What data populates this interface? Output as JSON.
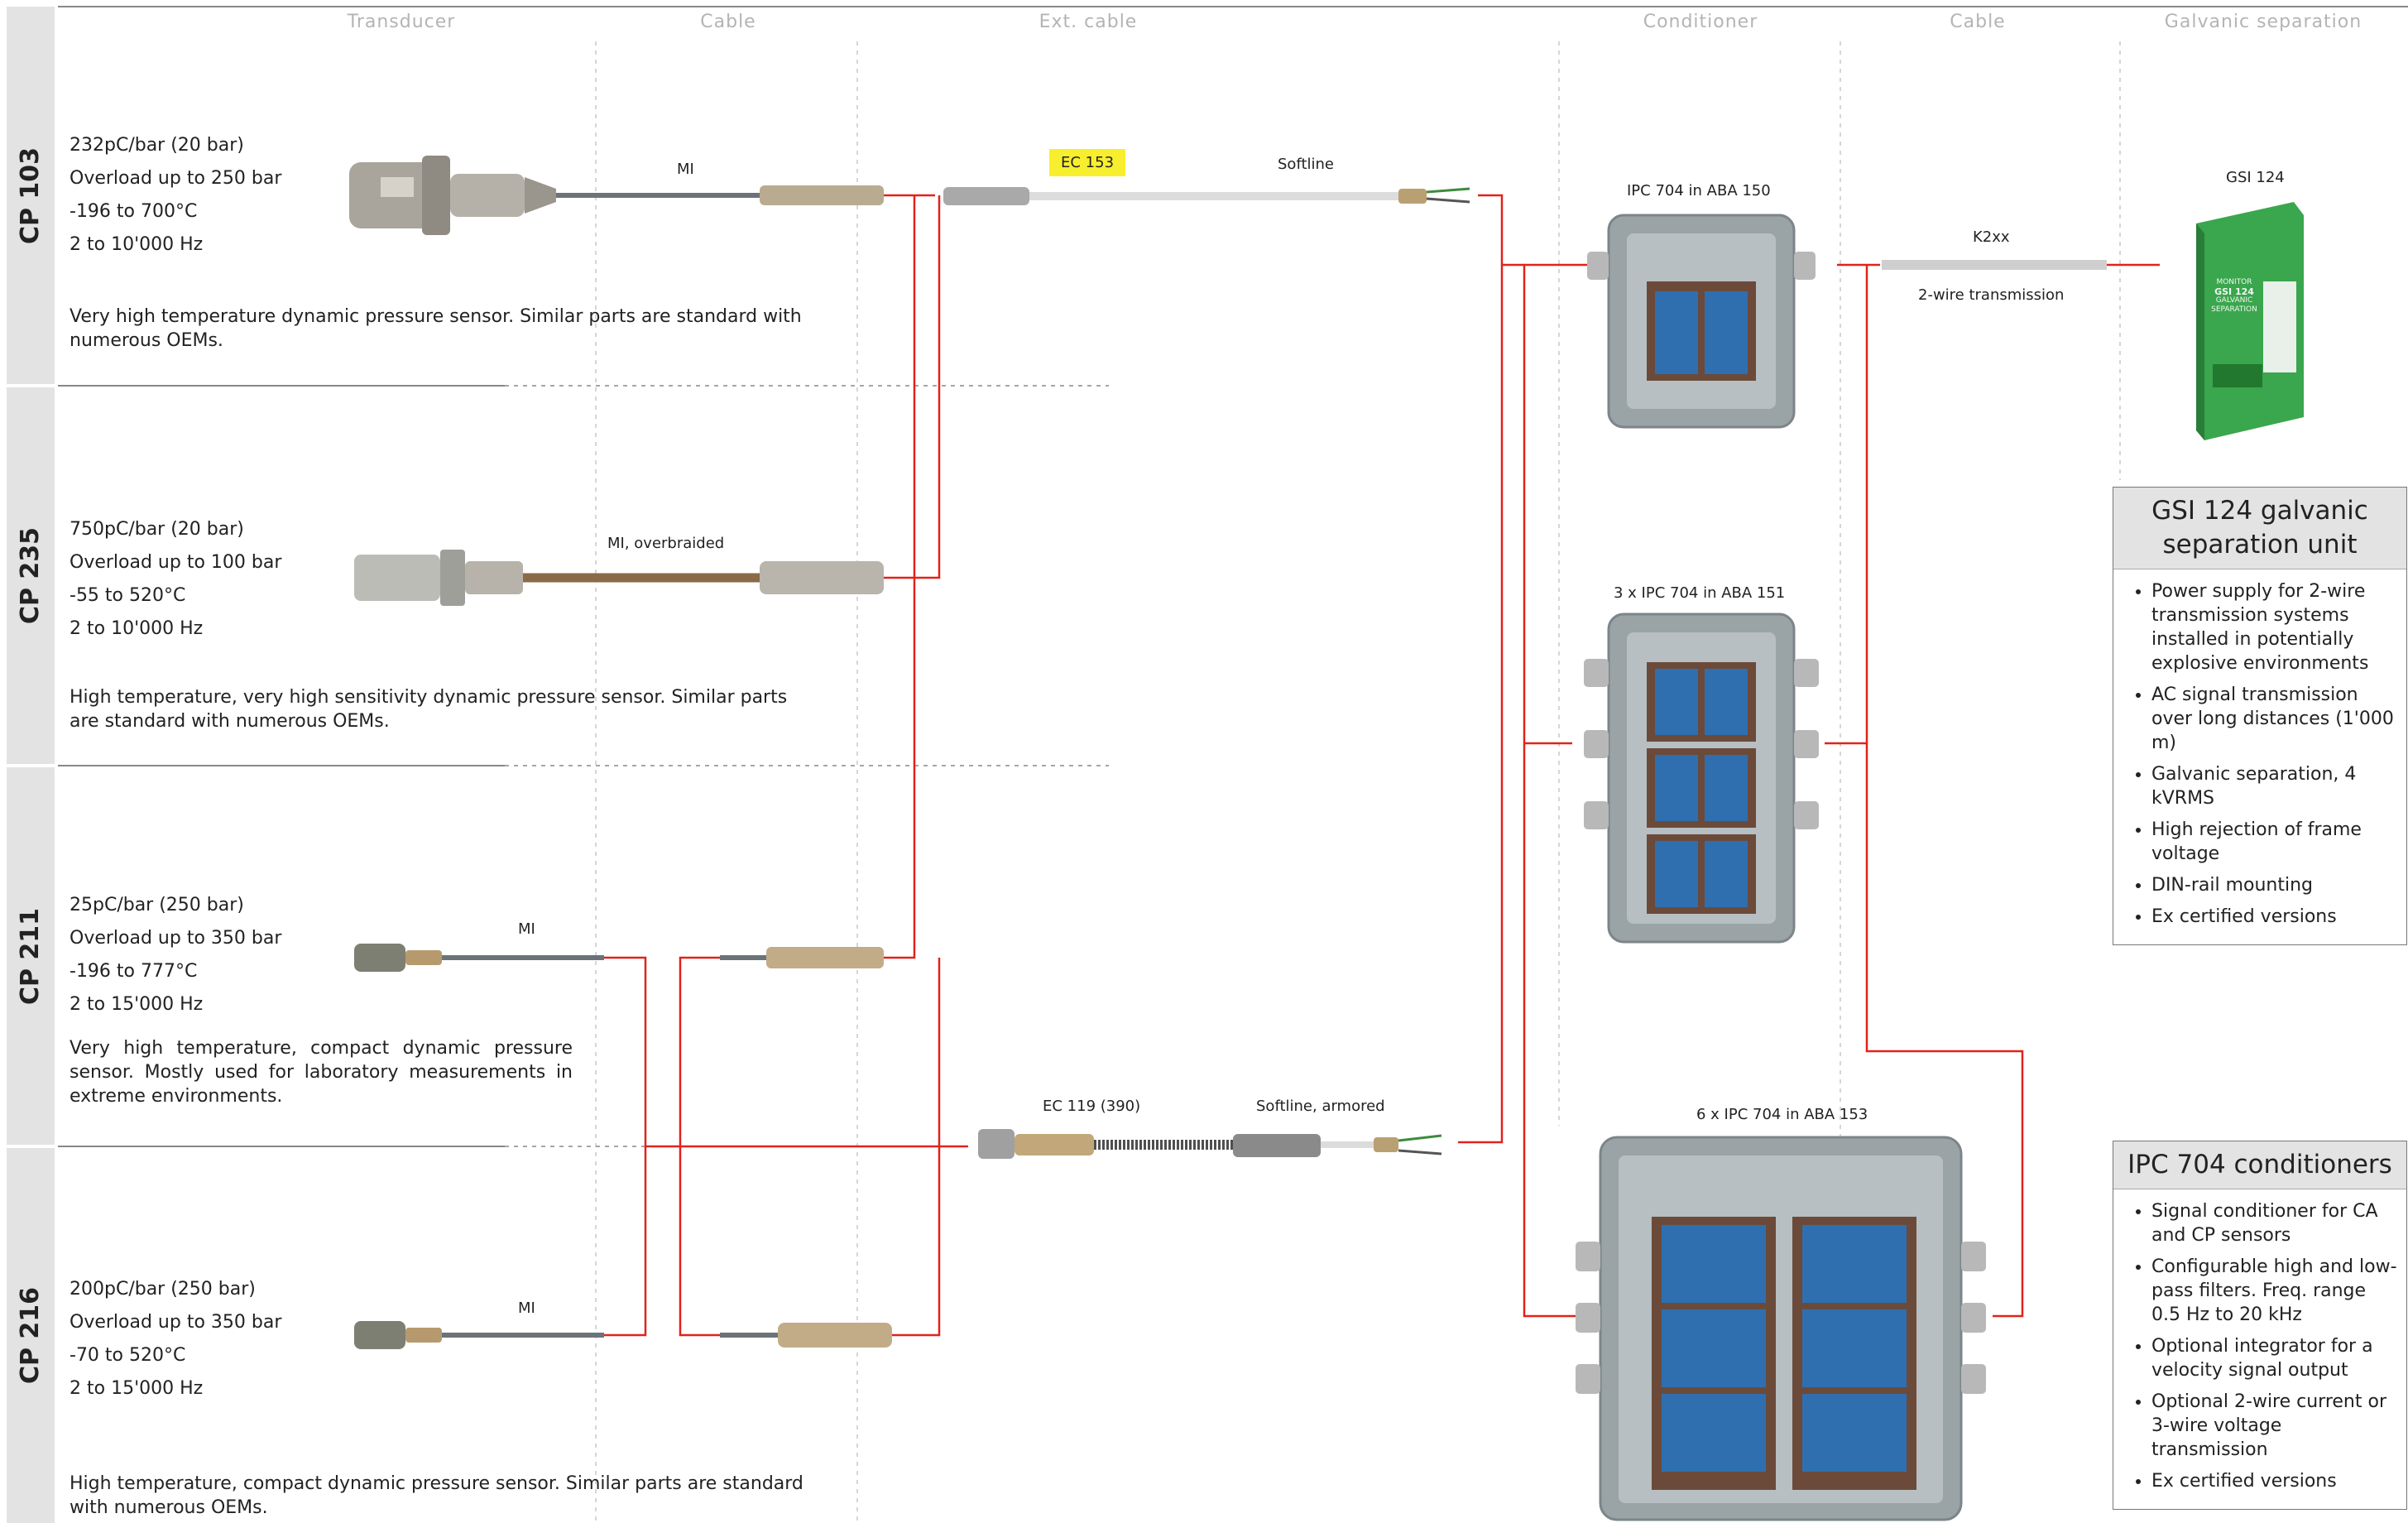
{
  "columns": [
    "Transducer",
    "Cable",
    "Ext. cable",
    "Conditioner",
    "Cable",
    "Galvanic separation"
  ],
  "sensors": [
    {
      "name": "CP 103",
      "specs": [
        "232pC/bar (20 bar)",
        "Overload up to 250 bar",
        "-196 to 700°C",
        "2 to 10'000 Hz"
      ],
      "description": "Very high temperature dynamic pressure sensor. Similar parts are standard with numerous OEMs.",
      "cable_label": "MI"
    },
    {
      "name": "CP 235",
      "specs": [
        "750pC/bar (20 bar)",
        "Overload up to 100 bar",
        "-55 to 520°C",
        "2 to 10'000 Hz"
      ],
      "description": "High temperature, very high sensitivity dynamic pressure sensor. Similar parts are standard with numerous OEMs.",
      "cable_label": "MI, overbraided"
    },
    {
      "name": "CP 211",
      "specs": [
        "25pC/bar (250 bar)",
        "Overload up to 350 bar",
        "-196 to 777°C",
        "2 to 15'000 Hz"
      ],
      "description": "Very high temperature, compact dynamic pressure sensor. Mostly used for laboratory measurements in extreme environments.",
      "cable_label": "MI"
    },
    {
      "name": "CP 216",
      "specs": [
        "200pC/bar (250 bar)",
        "Overload up to 350 bar",
        "-70 to 520°C",
        "2 to 15'000 Hz"
      ],
      "description": "High temperature, compact dynamic pressure sensor. Similar parts are standard with numerous OEMs.",
      "cable_label": "MI"
    }
  ],
  "ext_cables": [
    {
      "name": "EC 153",
      "type": "Softline"
    },
    {
      "name": "EC 119 (390)",
      "type": "Softline, armored"
    }
  ],
  "conditioners": [
    "IPC 704 in ABA 150",
    "3 x IPC 704 in ABA 151",
    "6 x IPC 704 in ABA 153"
  ],
  "transmission_cable": {
    "name": "K2xx",
    "note": "2-wire transmission"
  },
  "galvanic": {
    "device_label": "GSI 124",
    "device_print": [
      "MONITOR",
      "GSI 124",
      "GALVANIC",
      "SEPARATION"
    ]
  },
  "info_boxes": [
    {
      "title": "GSI 124 galvanic separation unit",
      "items": [
        "Power supply for 2-wire transmission systems installed in potentially explosive environments",
        "AC signal transmission over long distances (1'000 m)",
        "Galvanic separation, 4 kVRMS",
        "High rejection of frame voltage",
        "DIN-rail mounting",
        "Ex certified versions"
      ]
    },
    {
      "title": "IPC 704 conditioners",
      "items": [
        "Signal conditioner for CA and CP sensors",
        "Configurable high and low-pass filters. Freq. range 0.5 Hz to 20 kHz",
        "Optional integrator for a velocity signal output",
        "Optional 2-wire current or 3-wire voltage transmission",
        "Ex certified versions"
      ]
    }
  ],
  "colors": {
    "wire": "#e0231b",
    "row_label_bg": "#e3e3e3",
    "highlight": "#f7ef2e",
    "enclosure": "#9aa3a6",
    "module": "#2f6fb0",
    "din_unit": "#35a04a",
    "header_text": "#b4b4b4"
  }
}
